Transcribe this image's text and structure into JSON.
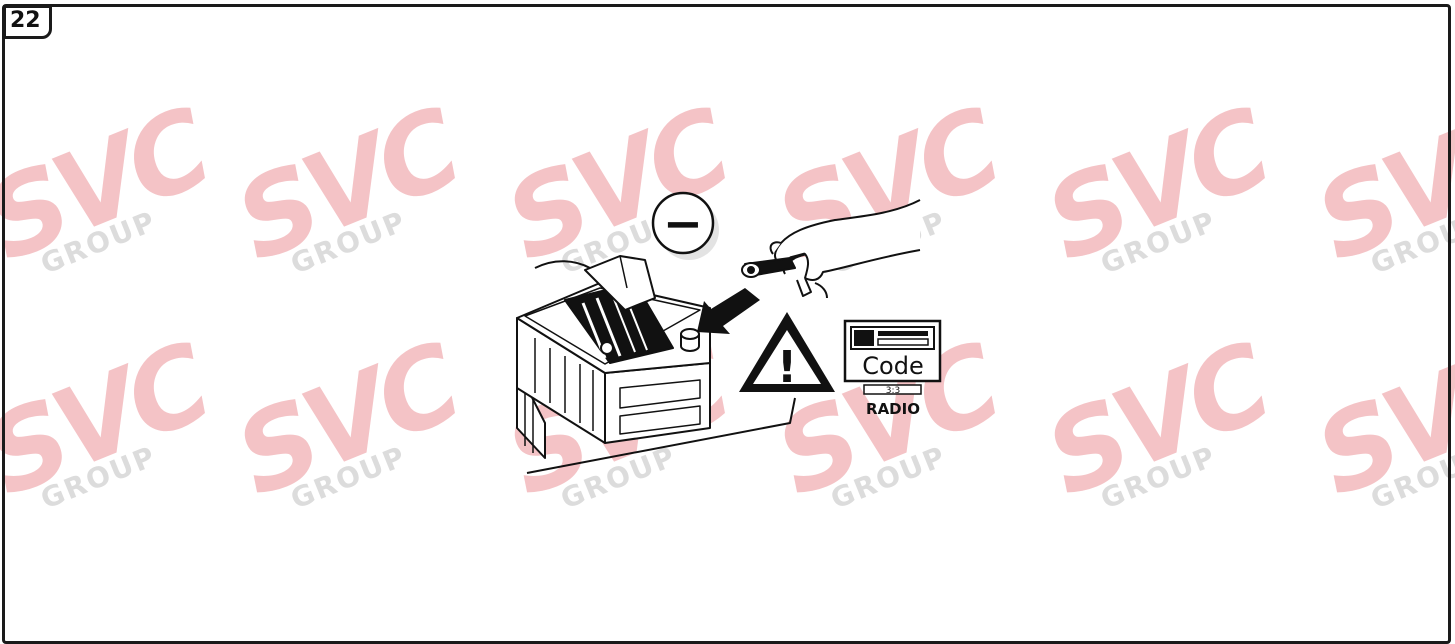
{
  "page": {
    "number": "22"
  },
  "watermark": {
    "brand": "SVC",
    "sub": "GROUP",
    "color": "#f4c3c6"
  },
  "illustration": {
    "negative_symbol": "−",
    "warning_symbol": "!",
    "radio_code_label": "Code",
    "radio_code_digits": "3:3",
    "radio_label": "RADIO"
  },
  "icons": [
    "battery-icon",
    "negative-terminal-icon",
    "arrow-icon",
    "hand-icon",
    "warning-triangle-icon",
    "radio-icon"
  ]
}
